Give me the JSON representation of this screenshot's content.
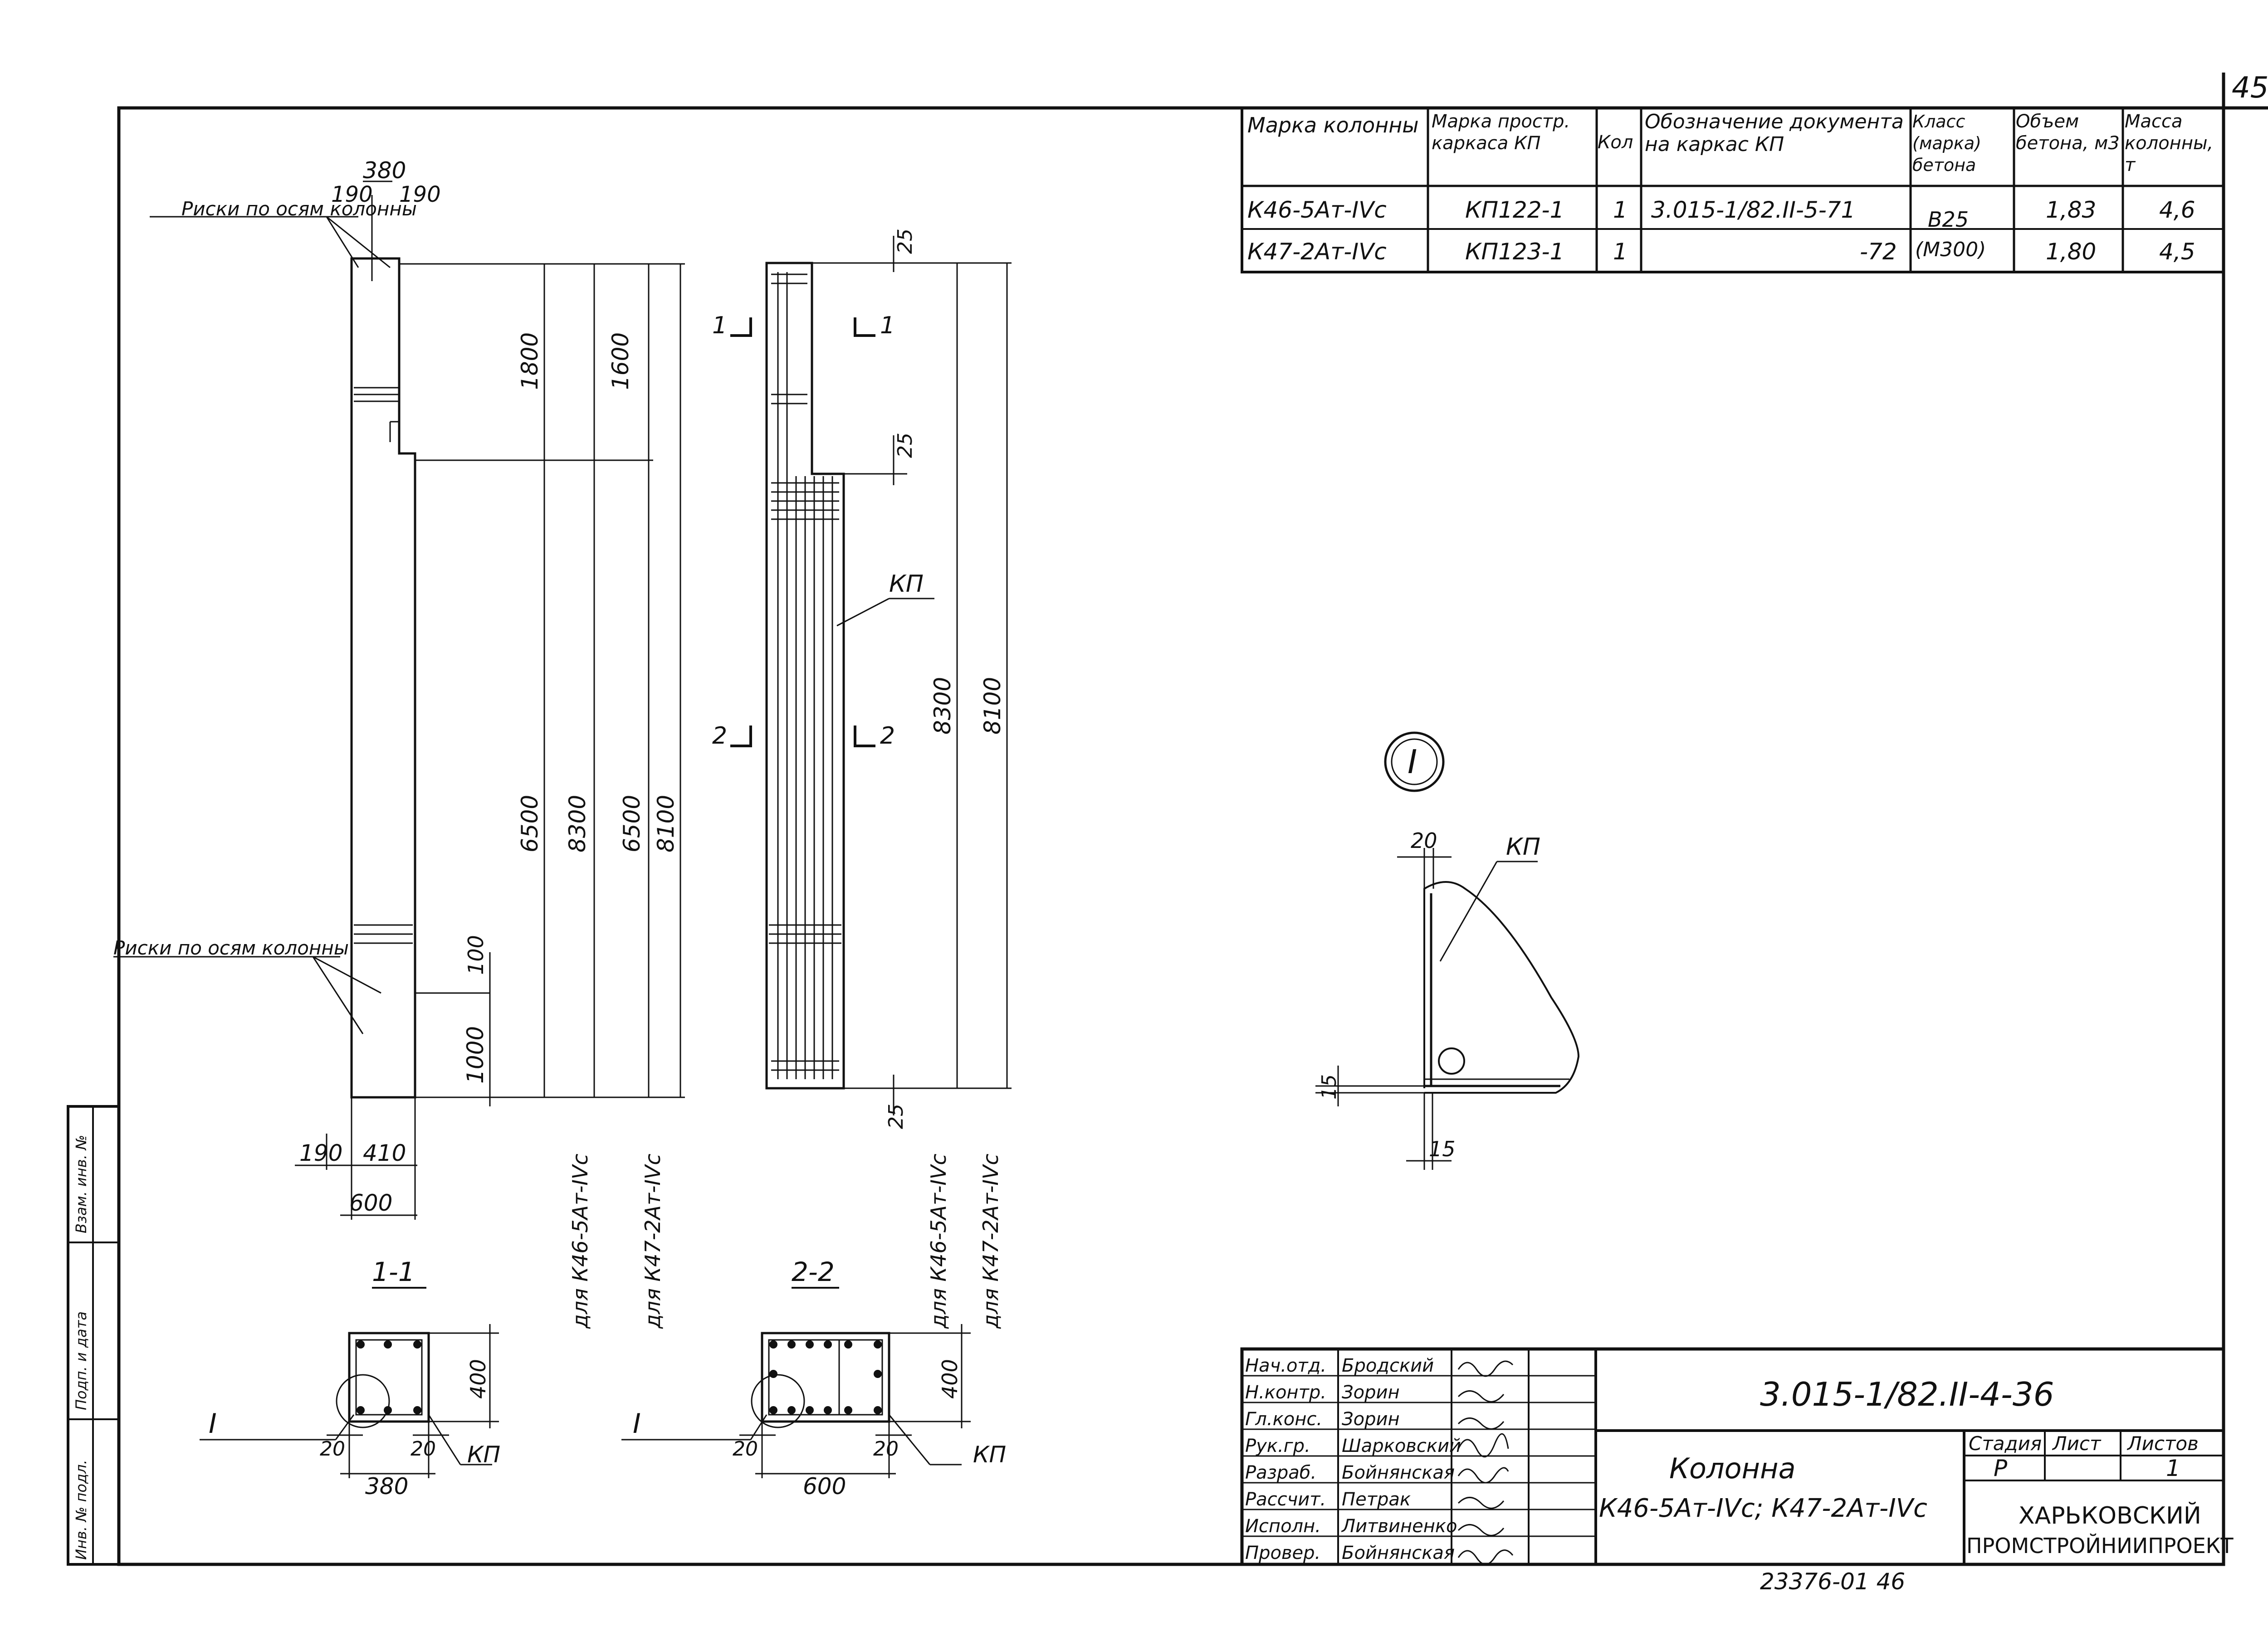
{
  "sheet_number": "45",
  "footer_number": "23376-01 46",
  "spec_table": {
    "headers": [
      "Марка колонны",
      "Марка простр. каркаса КП",
      "Кол",
      "Обозначение документа на каркас КП",
      "Класс (марка) бетона",
      "Объем бетона, м3",
      "Масса колонны, т"
    ],
    "rows": [
      [
        "К46-5Ат-IVс",
        "КП122-1",
        "1",
        "3.015-1/82.II-5-71",
        "В25",
        "1,83",
        "4,6"
      ],
      [
        "К47-2Ат-IVс",
        "КП123-1",
        "1",
        "-72",
        "(М300)",
        "1,80",
        "4,5"
      ]
    ]
  },
  "elevation": {
    "risks_top": "Риски по осям колонны",
    "risks_bottom": "Риски по осям колонны",
    "dims": {
      "top_width": "380",
      "top_left": "190",
      "top_right": "190",
      "d1800": "1800",
      "d1600": "1600",
      "d6500a": "6500",
      "d8300a": "8300",
      "d6500b": "6500",
      "d8100a": "8100",
      "d100": "100",
      "d1000": "1000",
      "bottom_190": "190",
      "bottom_410": "410",
      "bottom_600": "600"
    },
    "for_k46": "для К46-5Ат-IVс",
    "for_k47": "для К47-2Ат-IVс"
  },
  "reinforcement": {
    "d25_top": "25",
    "d25_mid": "25",
    "d25_bottom": "25",
    "kp_label": "КП",
    "d8300": "8300",
    "d8100": "8100",
    "for_k46": "для К46-5Ат-IVс",
    "for_k47": "для К47-2Ат-IVс",
    "cut1": "1",
    "cut2": "2"
  },
  "section_1": {
    "title": "1-1",
    "mark": "I",
    "d20a": "20",
    "d20b": "20",
    "d380": "380",
    "d400": "400",
    "kp": "КП"
  },
  "section_2": {
    "title": "2-2",
    "mark": "I",
    "d20a": "20",
    "d20b": "20",
    "d600": "600",
    "d400": "400",
    "kp": "КП"
  },
  "detail": {
    "marker": "I",
    "kp": "КП",
    "d20": "20",
    "d15a": "15",
    "d15b": "15"
  },
  "title_block": {
    "doc_code": "3.015-1/82.II-4-36",
    "name_line1": "Колонна",
    "name_line2": "К46-5Ат-IVс; К47-2Ат-IVс",
    "stage_label": "Стадия",
    "sheet_label": "Лист",
    "sheets_label": "Листов",
    "stage": "Р",
    "sheets": "1",
    "org_line1": "ХАРЬКОВСКИЙ",
    "org_line2": "ПРОМСТРОЙНИИПРОЕКТ",
    "roles": [
      [
        "Нач.отд.",
        "Бродский"
      ],
      [
        "Н.контр.",
        "Зорин"
      ],
      [
        "Гл.конс.",
        "Зорин"
      ],
      [
        "Рук.гр.",
        "Шарковский"
      ],
      [
        "Разраб.",
        "Бойнянская"
      ],
      [
        "Рассчит.",
        "Петрак"
      ],
      [
        "Исполн.",
        "Литвиненко"
      ],
      [
        "Провер.",
        "Бойнянская"
      ]
    ]
  },
  "left_strip": [
    "Взам. инв. №",
    "Подп. и дата",
    "Инв. № подл."
  ]
}
